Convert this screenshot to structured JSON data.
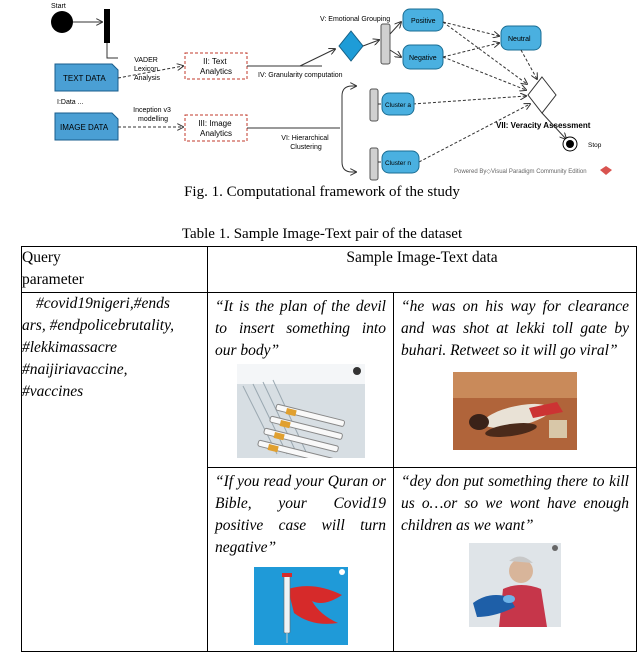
{
  "diagram": {
    "start_label": "Start",
    "stop_label": "Stop",
    "text_data": "TEXT DATA",
    "image_data": "IMAGE DATA",
    "data_label": "I:Data ...",
    "vader_line1": "VADER",
    "vader_line2": "Lexicon",
    "vader_line3": "Analysis",
    "inception_line1": "Inception v3",
    "inception_line2": "modelling",
    "text_analytics_line1": "II: Text",
    "text_analytics_line2": "Analytics",
    "image_analytics_line1": "III: Image",
    "image_analytics_line2": "Analytics",
    "granularity": "IV: Granularity computation",
    "emotional_grouping": "V: Emotional Grouping",
    "hierarchical_line1": "VI: Hierarchical",
    "hierarchical_line2": "Clustering",
    "positive": "Positive",
    "negative": "Negative",
    "neutral": "Neutral",
    "cluster_a": "Cluster a",
    "cluster_n": "Cluster n",
    "veracity": "VII: Veracity Assessment",
    "powered_by": "Powered By◇Visual Paradigm Community Edition"
  },
  "figure_caption": "Fig. 1. Computational framework of the study",
  "table_caption": "Table 1. Sample Image-Text pair of the dataset",
  "table": {
    "col1_header_line1": "Query",
    "col1_header_line2": "parameter",
    "col2_header": "Sample Image-Text data",
    "query_lines": [
      "#covid19nigeri,#ends",
      "ars, #endpolicebrutality,",
      "#lekkimassacre",
      "#naijiriavaccine,",
      "#vaccines"
    ],
    "samples": [
      {
        "text": "“It is the plan of the devil to insert something into our body”",
        "image": "syringes-tray-photo"
      },
      {
        "text": "“he was on his way for clearance and was shot at lekki toll gate by buhari. Retweet so it will go viral”",
        "image": "injured-man-photo"
      },
      {
        "text": "“If you read your Quran or Bible, your Covid19 positive case will turn negative”",
        "image": "syringe-cape-illustration"
      },
      {
        "text": "“dey don put something there to kill us o…or so we wont have enough children as we want”",
        "image": "vaccination-photo"
      }
    ]
  }
}
